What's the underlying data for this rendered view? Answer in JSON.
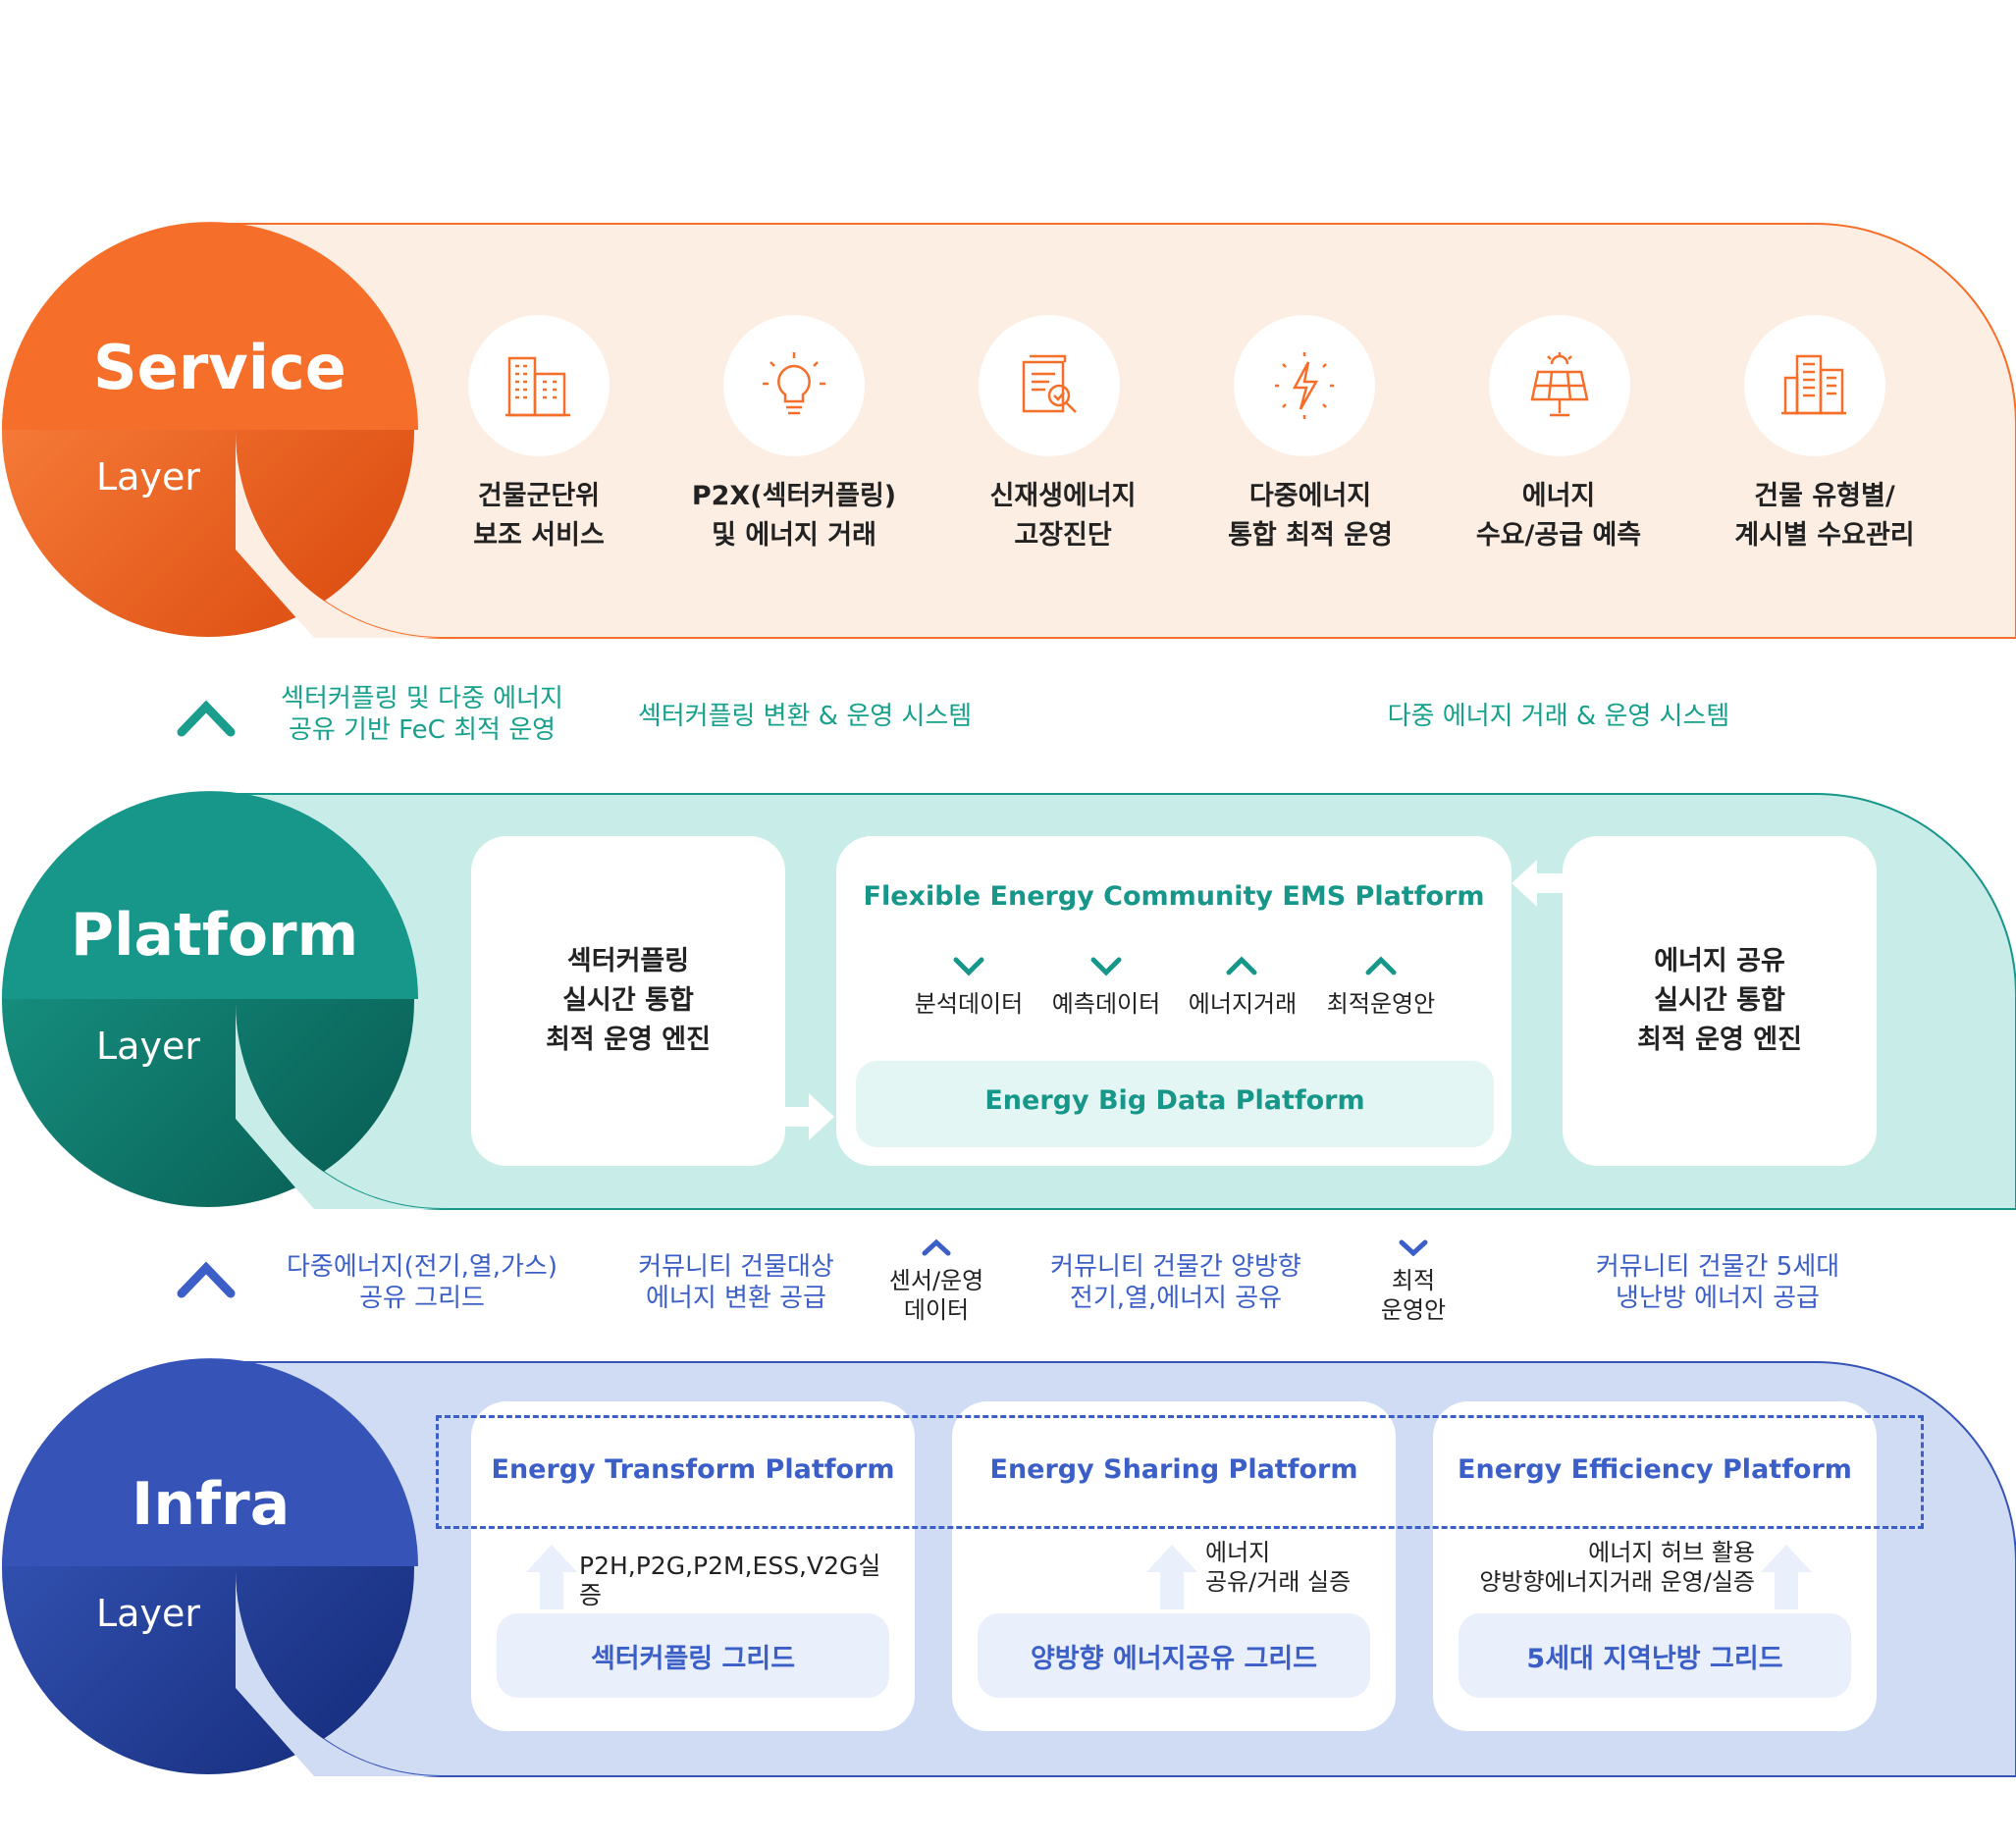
{
  "colors": {
    "service_accent": "#f66f2a",
    "service_fill": "#fdeee3",
    "platform_accent": "#17968a",
    "platform_fill": "#c8ece7",
    "infra_accent": "#3654b8",
    "infra_fill": "#d0dcf4"
  },
  "service": {
    "title": "Service",
    "subtitle": "Layer",
    "items": [
      {
        "icon": "building-cluster-icon",
        "label": "건물군단위\n보조 서비스"
      },
      {
        "icon": "lightbulb-icon",
        "label": "P2X(섹터커플링)\n및 에너지 거래"
      },
      {
        "icon": "document-inspect-icon",
        "label": "신재생에너지\n고장진단"
      },
      {
        "icon": "lightning-icon",
        "label": "다중에너지\n통합 최적 운영"
      },
      {
        "icon": "solar-panel-icon",
        "label": "에너지\n수요/공급 예측"
      },
      {
        "icon": "office-buildings-icon",
        "label": "건물 유형별/\n계시별 수요관리"
      }
    ]
  },
  "service_platform_link": {
    "left": "섹터커플링 및 다중 에너지\n공유 기반 FeC 최적 운영",
    "middle": "섹터커플링 변환 & 운영 시스템",
    "right": "다중 에너지 거래 & 운영 시스템"
  },
  "platform": {
    "title": "Platform",
    "subtitle": "Layer",
    "left_card": "섹터커플링\n실시간 통합\n최적 운영 엔진",
    "right_card": "에너지 공유\n실시간 통합\n최적 운영 엔진",
    "center_title": "Flexible Energy Community EMS Platform",
    "flows": [
      "분석데이터",
      "예측데이터",
      "에너지거래",
      "최적운영안"
    ],
    "bigdata": "Energy Big Data Platform"
  },
  "platform_infra_link": {
    "item1": "다중에너지(전기,열,가스)\n공유 그리드",
    "item2": "커뮤니티 건물대상\n에너지 변환 공급",
    "item3": "센서/운영\n데이터",
    "item4": "커뮤니티 건물간 양방향\n전기,열,에너지 공유",
    "item5": "최적\n운영안",
    "item6": "커뮤니티 건물간 5세대\n냉난방 에너지 공급"
  },
  "infra": {
    "title": "Infra",
    "subtitle": "Layer",
    "cards": [
      {
        "title": "Energy Transform Platform",
        "note": "P2H,P2G,P2M,ESS,V2G실증",
        "grid": "섹터커플링 그리드"
      },
      {
        "title": "Energy Sharing Platform",
        "note": "에너지\n공유/거래 실증",
        "grid": "양방향 에너지공유 그리드"
      },
      {
        "title": "Energy Efficiency Platform",
        "note": "에너지 허브 활용\n양방향에너지거래 운영/실증",
        "grid": "5세대 지역난방 그리드"
      }
    ]
  }
}
